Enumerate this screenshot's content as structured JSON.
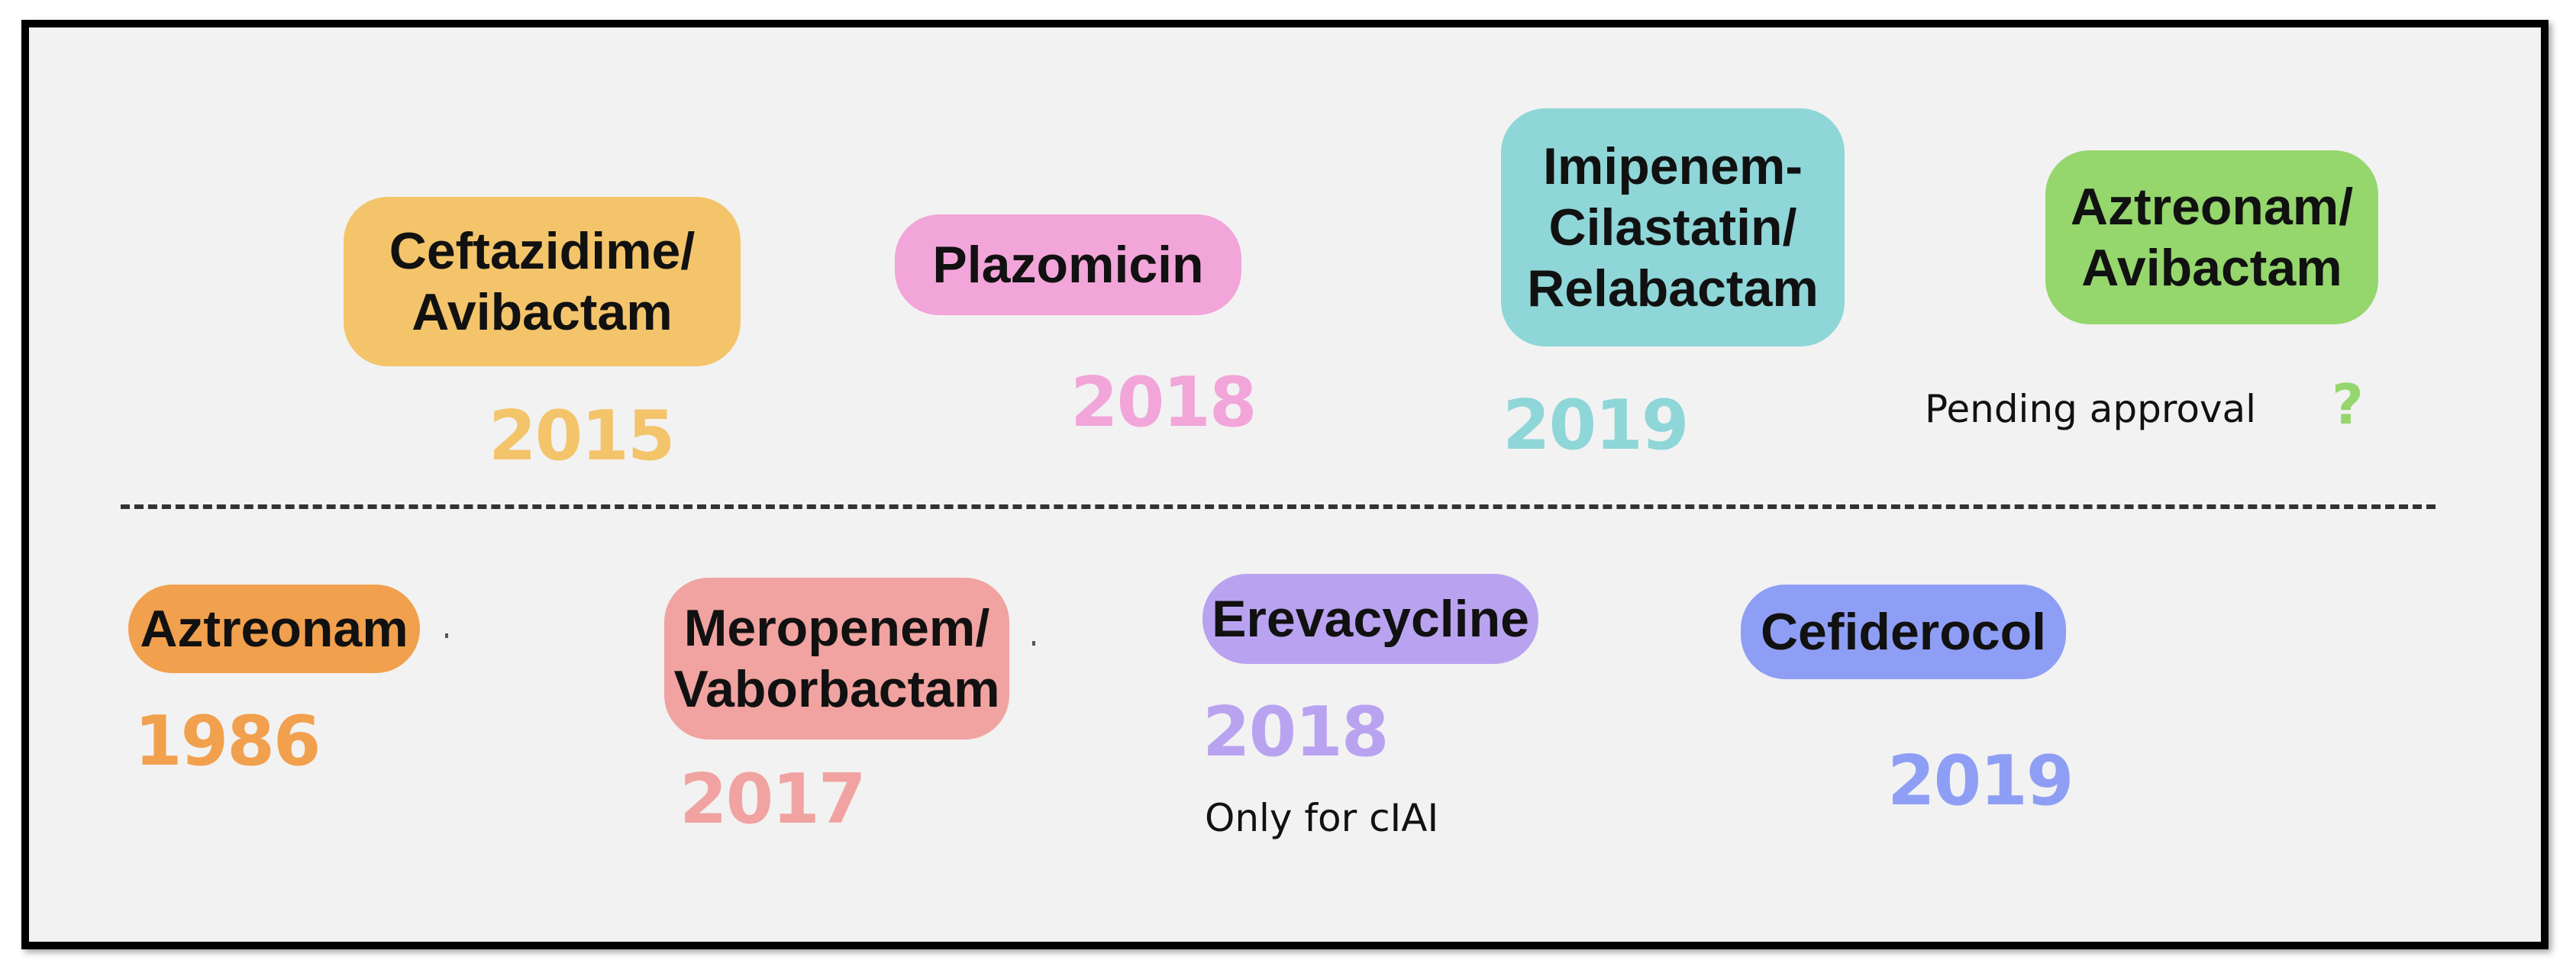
{
  "colors": {
    "ceftazidime": "#f4c46b",
    "plazomicin": "#f2a5d9",
    "imipenem": "#8fd6d8",
    "aztreonam_avibactam": "#95d66d",
    "aztreonam": "#f1a04e",
    "meropenem": "#f0a3a0",
    "erevacycline": "#b9a3f1",
    "cefiderocol": "#8f9ef5",
    "question_mark": "#95d66d"
  },
  "top_row": [
    {
      "drug": "Ceftazidime/\nAvibactam",
      "year": "2015"
    },
    {
      "drug": "Plazomicin",
      "year": "2018"
    },
    {
      "drug": "Imipenem-\nCilastatin/\nRelabactam",
      "year": "2019"
    },
    {
      "drug": "Aztreonam/\nAvibactam",
      "note": "Pending approval",
      "mark": "?"
    }
  ],
  "bottom_row": [
    {
      "drug": "Aztreonam",
      "year": "1986"
    },
    {
      "drug": "Meropenem/\nVaborbactam",
      "year": "2017"
    },
    {
      "drug": "Erevacycline",
      "year": "2018",
      "note": "Only for cIAI"
    },
    {
      "drug": "Cefiderocol",
      "year": "2019"
    }
  ]
}
